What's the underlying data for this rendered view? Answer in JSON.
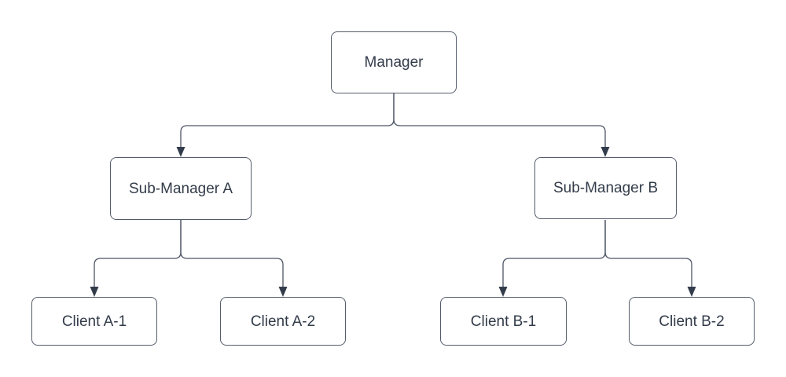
{
  "diagram": {
    "type": "org-tree",
    "colors": {
      "background": "#ffffff",
      "line": "#4d5564",
      "arrow": "#333c4b",
      "node_border": "#545c6a",
      "node_fill": "#ffffff",
      "text": "#333c4a"
    },
    "nodes": {
      "manager": {
        "label": "Manager"
      },
      "sub_a": {
        "label": "Sub-Manager A"
      },
      "sub_b": {
        "label": "Sub-Manager B"
      },
      "client_a1": {
        "label": "Client A-1"
      },
      "client_a2": {
        "label": "Client A-2"
      },
      "client_b1": {
        "label": "Client B-1"
      },
      "client_b2": {
        "label": "Client B-2"
      }
    },
    "edges": [
      {
        "from": "Manager",
        "to": "Sub-Manager A"
      },
      {
        "from": "Manager",
        "to": "Sub-Manager B"
      },
      {
        "from": "Sub-Manager A",
        "to": "Client A-1"
      },
      {
        "from": "Sub-Manager A",
        "to": "Client A-2"
      },
      {
        "from": "Sub-Manager B",
        "to": "Client B-1"
      },
      {
        "from": "Sub-Manager B",
        "to": "Client B-2"
      }
    ]
  }
}
